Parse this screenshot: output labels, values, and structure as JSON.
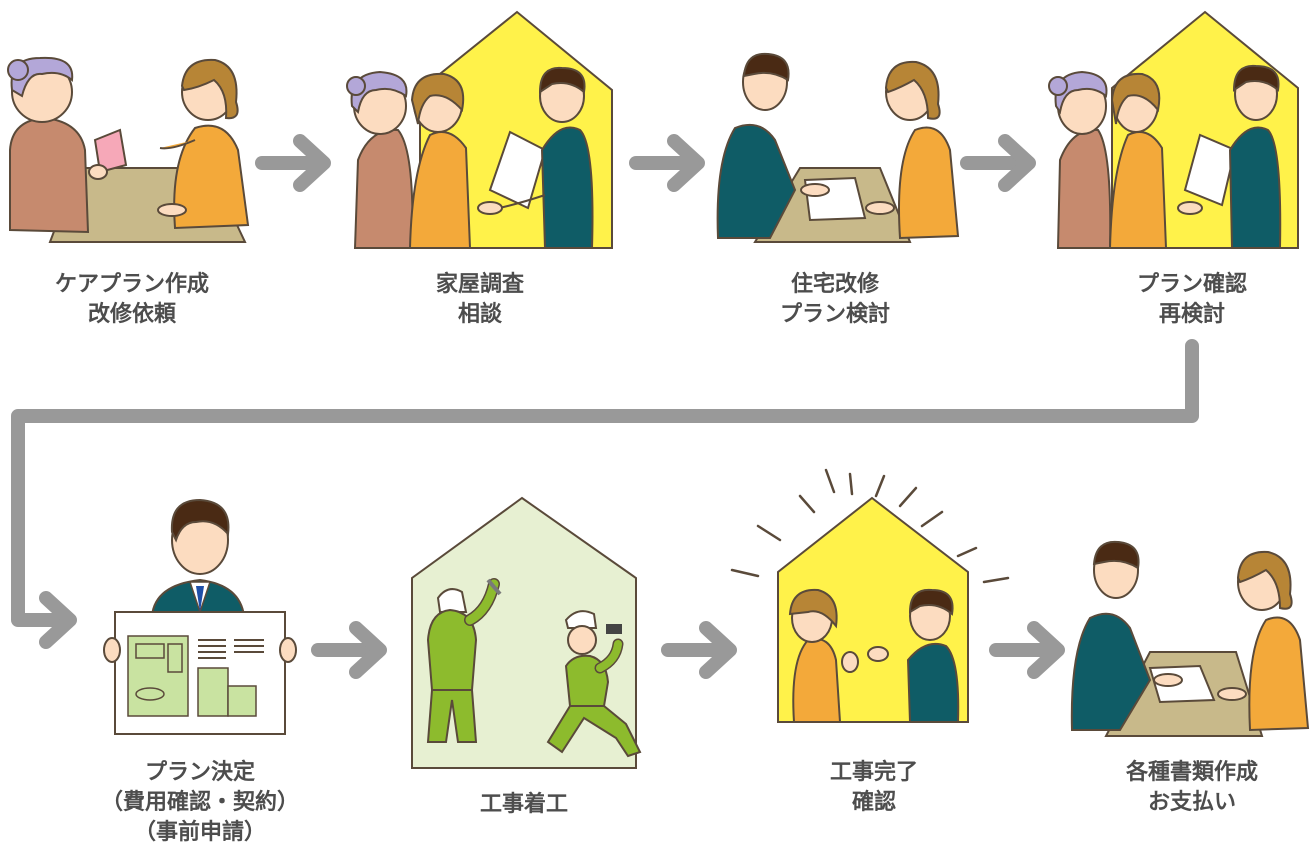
{
  "colors": {
    "arrow": "#999999",
    "caption_text": "#4d4d4d",
    "house_yellow": "#fff24a",
    "house_green": "#e7f0d2",
    "table": "#c8b98a",
    "skin": "#fcdcc0",
    "outline": "#5a4a3a"
  },
  "steps": [
    {
      "id": "care-plan",
      "lines": [
        "ケアプラン作成",
        "改修依頼"
      ],
      "scene": "care-plan-meeting",
      "icon": "people-at-table-icon"
    },
    {
      "id": "inspection",
      "lines": [
        "家屋調査",
        "相談"
      ],
      "scene": "house-consultation",
      "icon": "yellow-house-icon"
    },
    {
      "id": "plan-review",
      "lines": [
        "住宅改修",
        "プラン検討"
      ],
      "scene": "plan-discussion",
      "icon": "people-at-table-icon"
    },
    {
      "id": "plan-confirm",
      "lines": [
        "プラン確認",
        "再検討"
      ],
      "scene": "house-confirmation",
      "icon": "yellow-house-icon"
    },
    {
      "id": "plan-decision",
      "lines": [
        "プラン決定",
        "（費用確認・契約）",
        "（事前申請）"
      ],
      "scene": "man-with-floorplan",
      "icon": "floorplan-icon"
    },
    {
      "id": "construction",
      "lines": [
        "工事着工"
      ],
      "scene": "workers-in-house",
      "icon": "green-house-icon"
    },
    {
      "id": "completion",
      "lines": [
        "工事完了",
        "確認"
      ],
      "scene": "shining-house",
      "icon": "shining-house-icon"
    },
    {
      "id": "payment",
      "lines": [
        "各種書類作成",
        "お支払い"
      ],
      "scene": "paperwork-at-table",
      "icon": "people-at-table-icon"
    }
  ]
}
